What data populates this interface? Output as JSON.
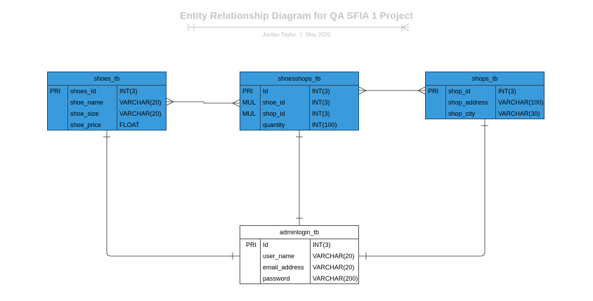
{
  "header": {
    "title": "Entity Relationship Diagram for QA SFIA 1 Project",
    "author": "Jordan Taylor",
    "date": "May 2020"
  },
  "tables": {
    "shoes": {
      "name": "shoes_tb",
      "rows": [
        {
          "key": "PRI",
          "field": "shoes_Id",
          "type": "INT(3)"
        },
        {
          "key": "",
          "field": "shoe_name",
          "type": "VARCHAR(20)"
        },
        {
          "key": "",
          "field": "shoe_size",
          "type": "VARCHAR(20)"
        },
        {
          "key": "",
          "field": "shoe_price",
          "type": "FLOAT"
        }
      ]
    },
    "shoesshops": {
      "name": "shoesshops_tb",
      "rows": [
        {
          "key": "PRI",
          "field": "Id",
          "type": "INT(3)"
        },
        {
          "key": "MUL",
          "field": "shoe_id",
          "type": "INT(3)"
        },
        {
          "key": "MUL",
          "field": "shop_id",
          "type": "INT(3)"
        },
        {
          "key": "",
          "field": "quantity",
          "type": "INT(100)"
        }
      ]
    },
    "shops": {
      "name": "shops_tb",
      "rows": [
        {
          "key": "PRI",
          "field": "shop_id",
          "type": "INT(3)"
        },
        {
          "key": "",
          "field": "shop_address",
          "type": "VARCHAR(100)"
        },
        {
          "key": "",
          "field": "shop_city",
          "type": "VARCHAR(30)"
        }
      ]
    },
    "adminlogin": {
      "name": "adminlogin_tb",
      "rows": [
        {
          "key": "PRI",
          "field": "Id",
          "type": "INT(3)"
        },
        {
          "key": "",
          "field": "user_name",
          "type": "VARCHAR(20)"
        },
        {
          "key": "",
          "field": "email_address",
          "type": "VARCHAR(20)"
        },
        {
          "key": "",
          "field": "password",
          "type": "VARCHAR(200)"
        }
      ]
    }
  },
  "colors": {
    "table_fill": "#3a9bdc",
    "title_text": "#c6c6c6",
    "line": "#333333"
  }
}
